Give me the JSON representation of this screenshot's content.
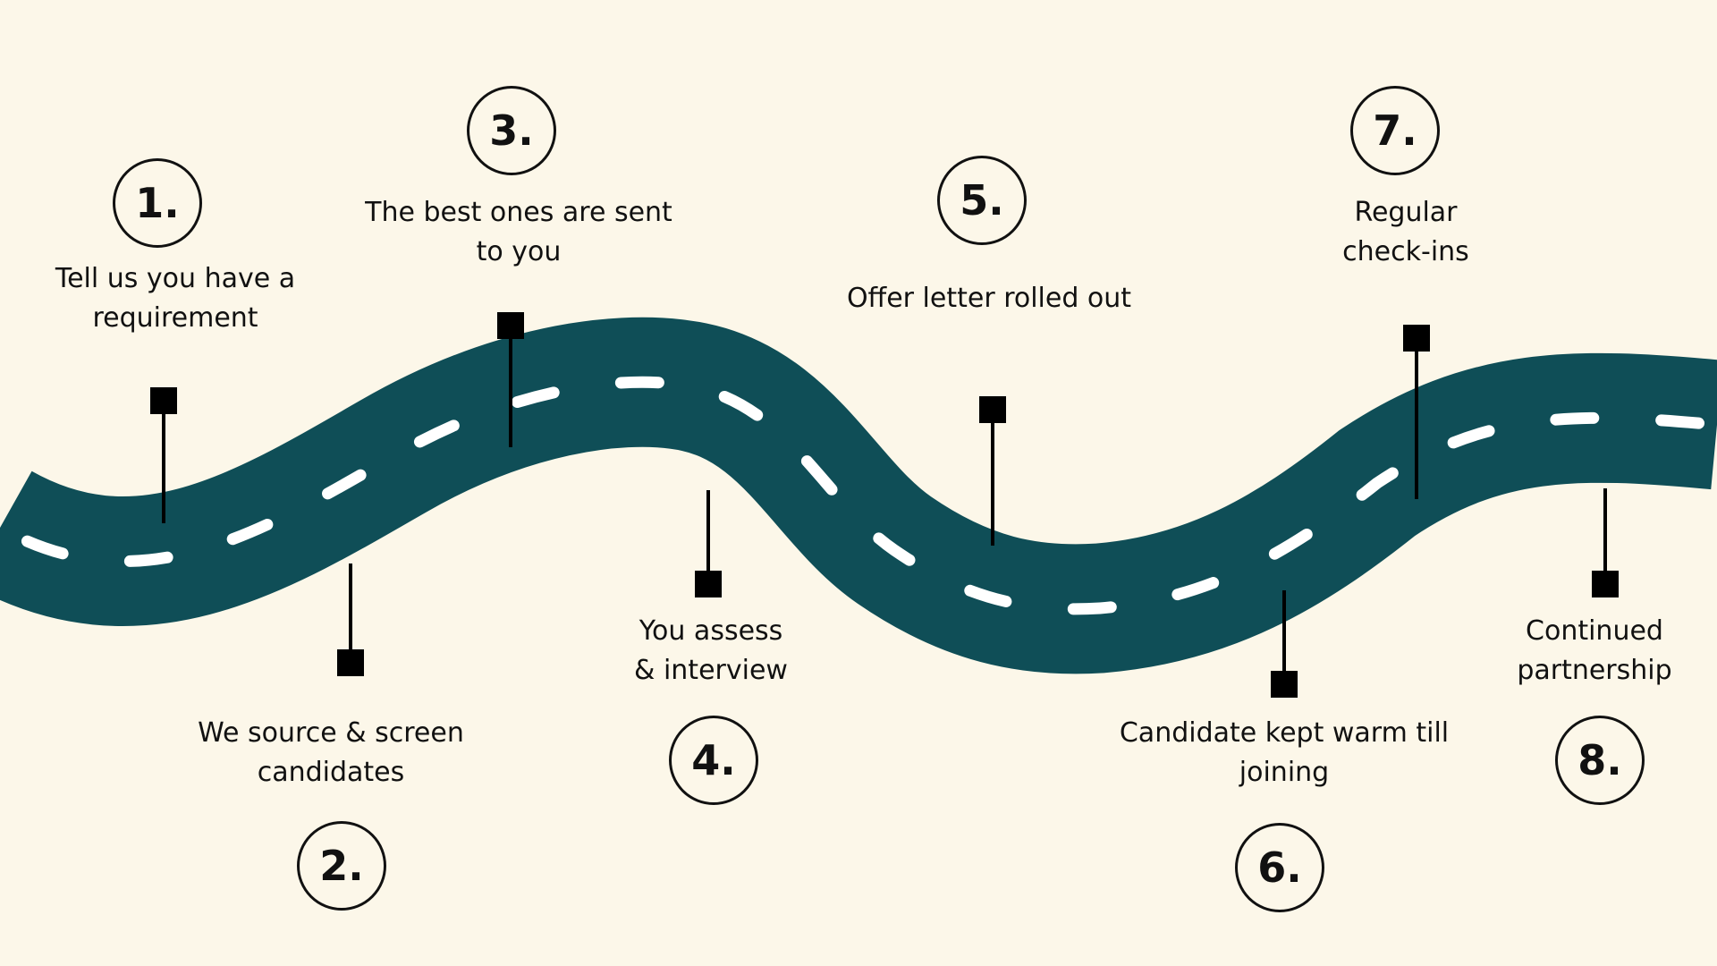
{
  "colors": {
    "background": "#fcf7e9",
    "road": "#0f4e57",
    "lane_marking": "#ffffff",
    "ink": "#111111"
  },
  "steps": [
    {
      "number": "1.",
      "text": "Tell us you have a\nrequirement"
    },
    {
      "number": "2.",
      "text": "We source & screen\ncandidates"
    },
    {
      "number": "3.",
      "text": "The best ones are sent\nto you"
    },
    {
      "number": "4.",
      "text": "You assess\n& interview"
    },
    {
      "number": "5.",
      "text": "Offer letter rolled out"
    },
    {
      "number": "6.",
      "text": "Candidate kept warm till\njoining"
    },
    {
      "number": "7.",
      "text": "Regular\ncheck-ins"
    },
    {
      "number": "8.",
      "text": "Continued\npartnership"
    }
  ]
}
